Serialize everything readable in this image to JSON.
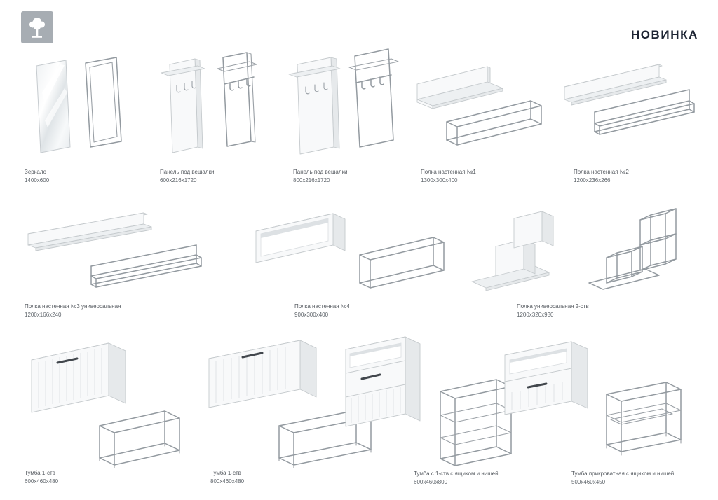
{
  "page": {
    "badge": "НОВИНКА",
    "logo_icon": "tree-icon",
    "colors": {
      "badge_text": "#1d2433",
      "logo_bg": "#a7adb3",
      "wireframe": "#939aa0"
    }
  },
  "products": [
    {
      "name": "Зеркало",
      "dims": "1400x600"
    },
    {
      "name": "Панель под вешалки",
      "dims": "600x216x1720"
    },
    {
      "name": "Панель под вешалки",
      "dims": "800x216x1720"
    },
    {
      "name": "Полка настенная №1",
      "dims": "1300x300x400"
    },
    {
      "name": "Полка настенная №2",
      "dims": "1200x236x266"
    },
    {
      "name": "Полка настенная №3 универсальная",
      "dims": "1200x166x240"
    },
    {
      "name": "Полка настенная №4",
      "dims": "900x300x400"
    },
    {
      "name": "Полка универсальная 2-ств",
      "dims": "1200x320x930"
    },
    {
      "name": "Тумба 1-ств",
      "dims": "600x460x480"
    },
    {
      "name": "Тумба 1-ств",
      "dims": "800x460x480"
    },
    {
      "name": "Тумба с 1-ств с ящиком и нишей",
      "dims": "600x460x800"
    },
    {
      "name": "Тумба прикроватная с ящиком и нишей",
      "dims": "500x460x450"
    }
  ]
}
